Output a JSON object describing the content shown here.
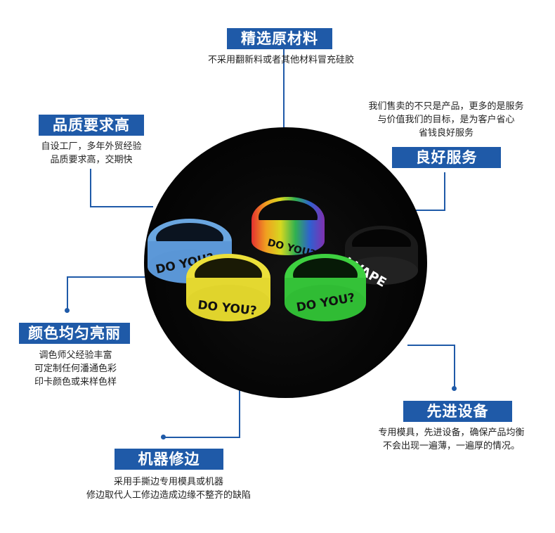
{
  "features": {
    "materials": {
      "title": "精选原材料",
      "lines": [
        "不采用翻新料或者其他材料冒充硅胶"
      ]
    },
    "quality": {
      "title": "品质要求高",
      "lines": [
        "自设工厂，多年外贸经验",
        "品质要求高，交期快"
      ]
    },
    "service": {
      "title": "良好服务",
      "lines": [
        "我们售卖的不只是产品，更多的是服务",
        "与价值我们的目标，是为客户省心",
        "省钱良好服务"
      ]
    },
    "color": {
      "title": "颜色均匀亮丽",
      "lines": [
        "调色师父经验丰富",
        "可定制任何潘通色彩",
        "印卡颜色或来样色样"
      ]
    },
    "equipment": {
      "title": "先进设备",
      "lines": [
        "专用模具，先进设备，确保产品均衡",
        "不会出现一遍薄，一遍厚的情况。"
      ]
    },
    "trimming": {
      "title": "机器修边",
      "lines": [
        "采用手撕边专用模具或机器",
        "修边取代人工修边造成边缘不整齐的缺陷"
      ]
    }
  },
  "product": {
    "ring_text_1": "DO YOU?",
    "ring_text_2": "I-VAPE"
  },
  "colors": {
    "accent": "#1f5aa8",
    "background_circle": "#000000"
  }
}
